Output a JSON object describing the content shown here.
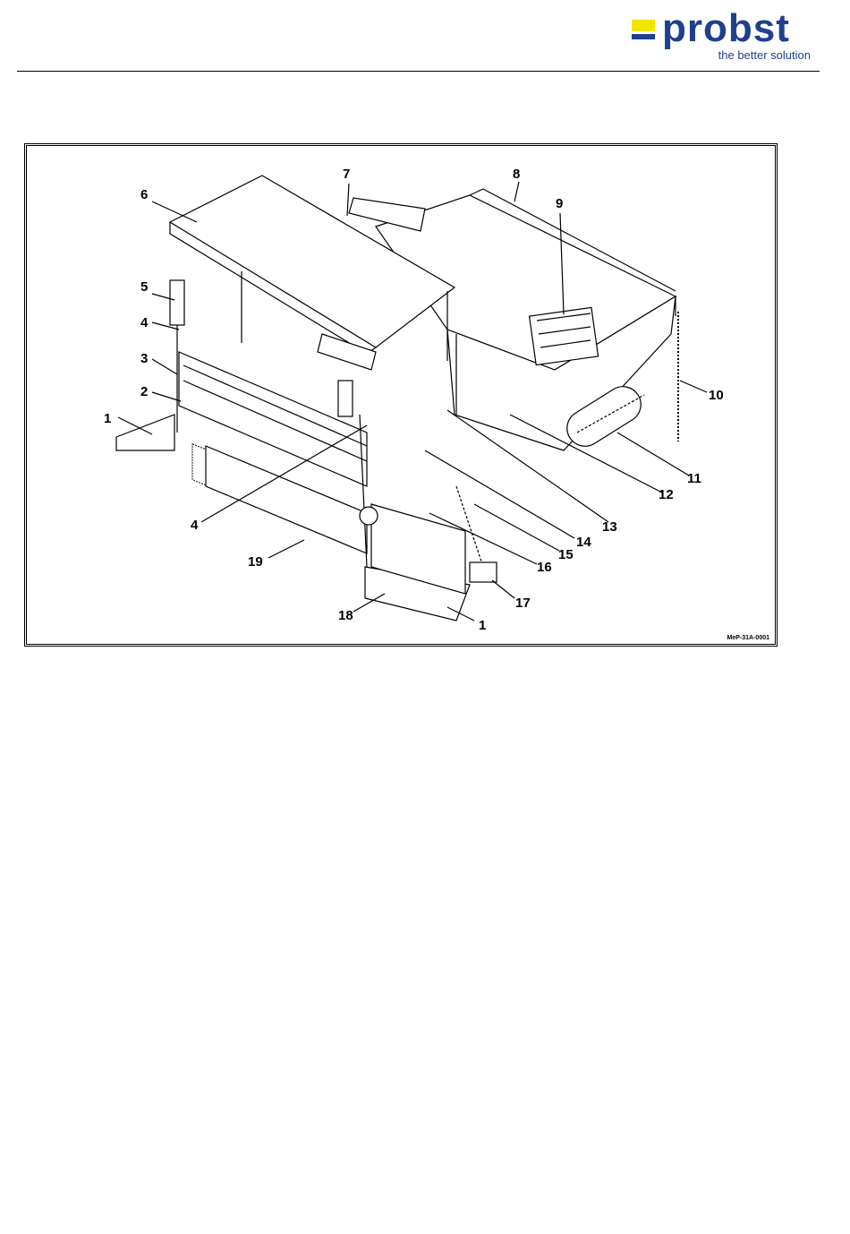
{
  "header": {
    "logo_word": "probst",
    "logo_tagline": "the better solution"
  },
  "brand_colors": {
    "blue": "#1f3f8f",
    "yellow": "#f2e600"
  },
  "figure": {
    "code": "MeP-31A-0001",
    "callouts": [
      "1",
      "2",
      "3",
      "4",
      "5",
      "6",
      "7",
      "8",
      "9",
      "10",
      "11",
      "12",
      "13",
      "14",
      "15",
      "16",
      "17",
      "18",
      "19",
      "4",
      "1"
    ]
  }
}
